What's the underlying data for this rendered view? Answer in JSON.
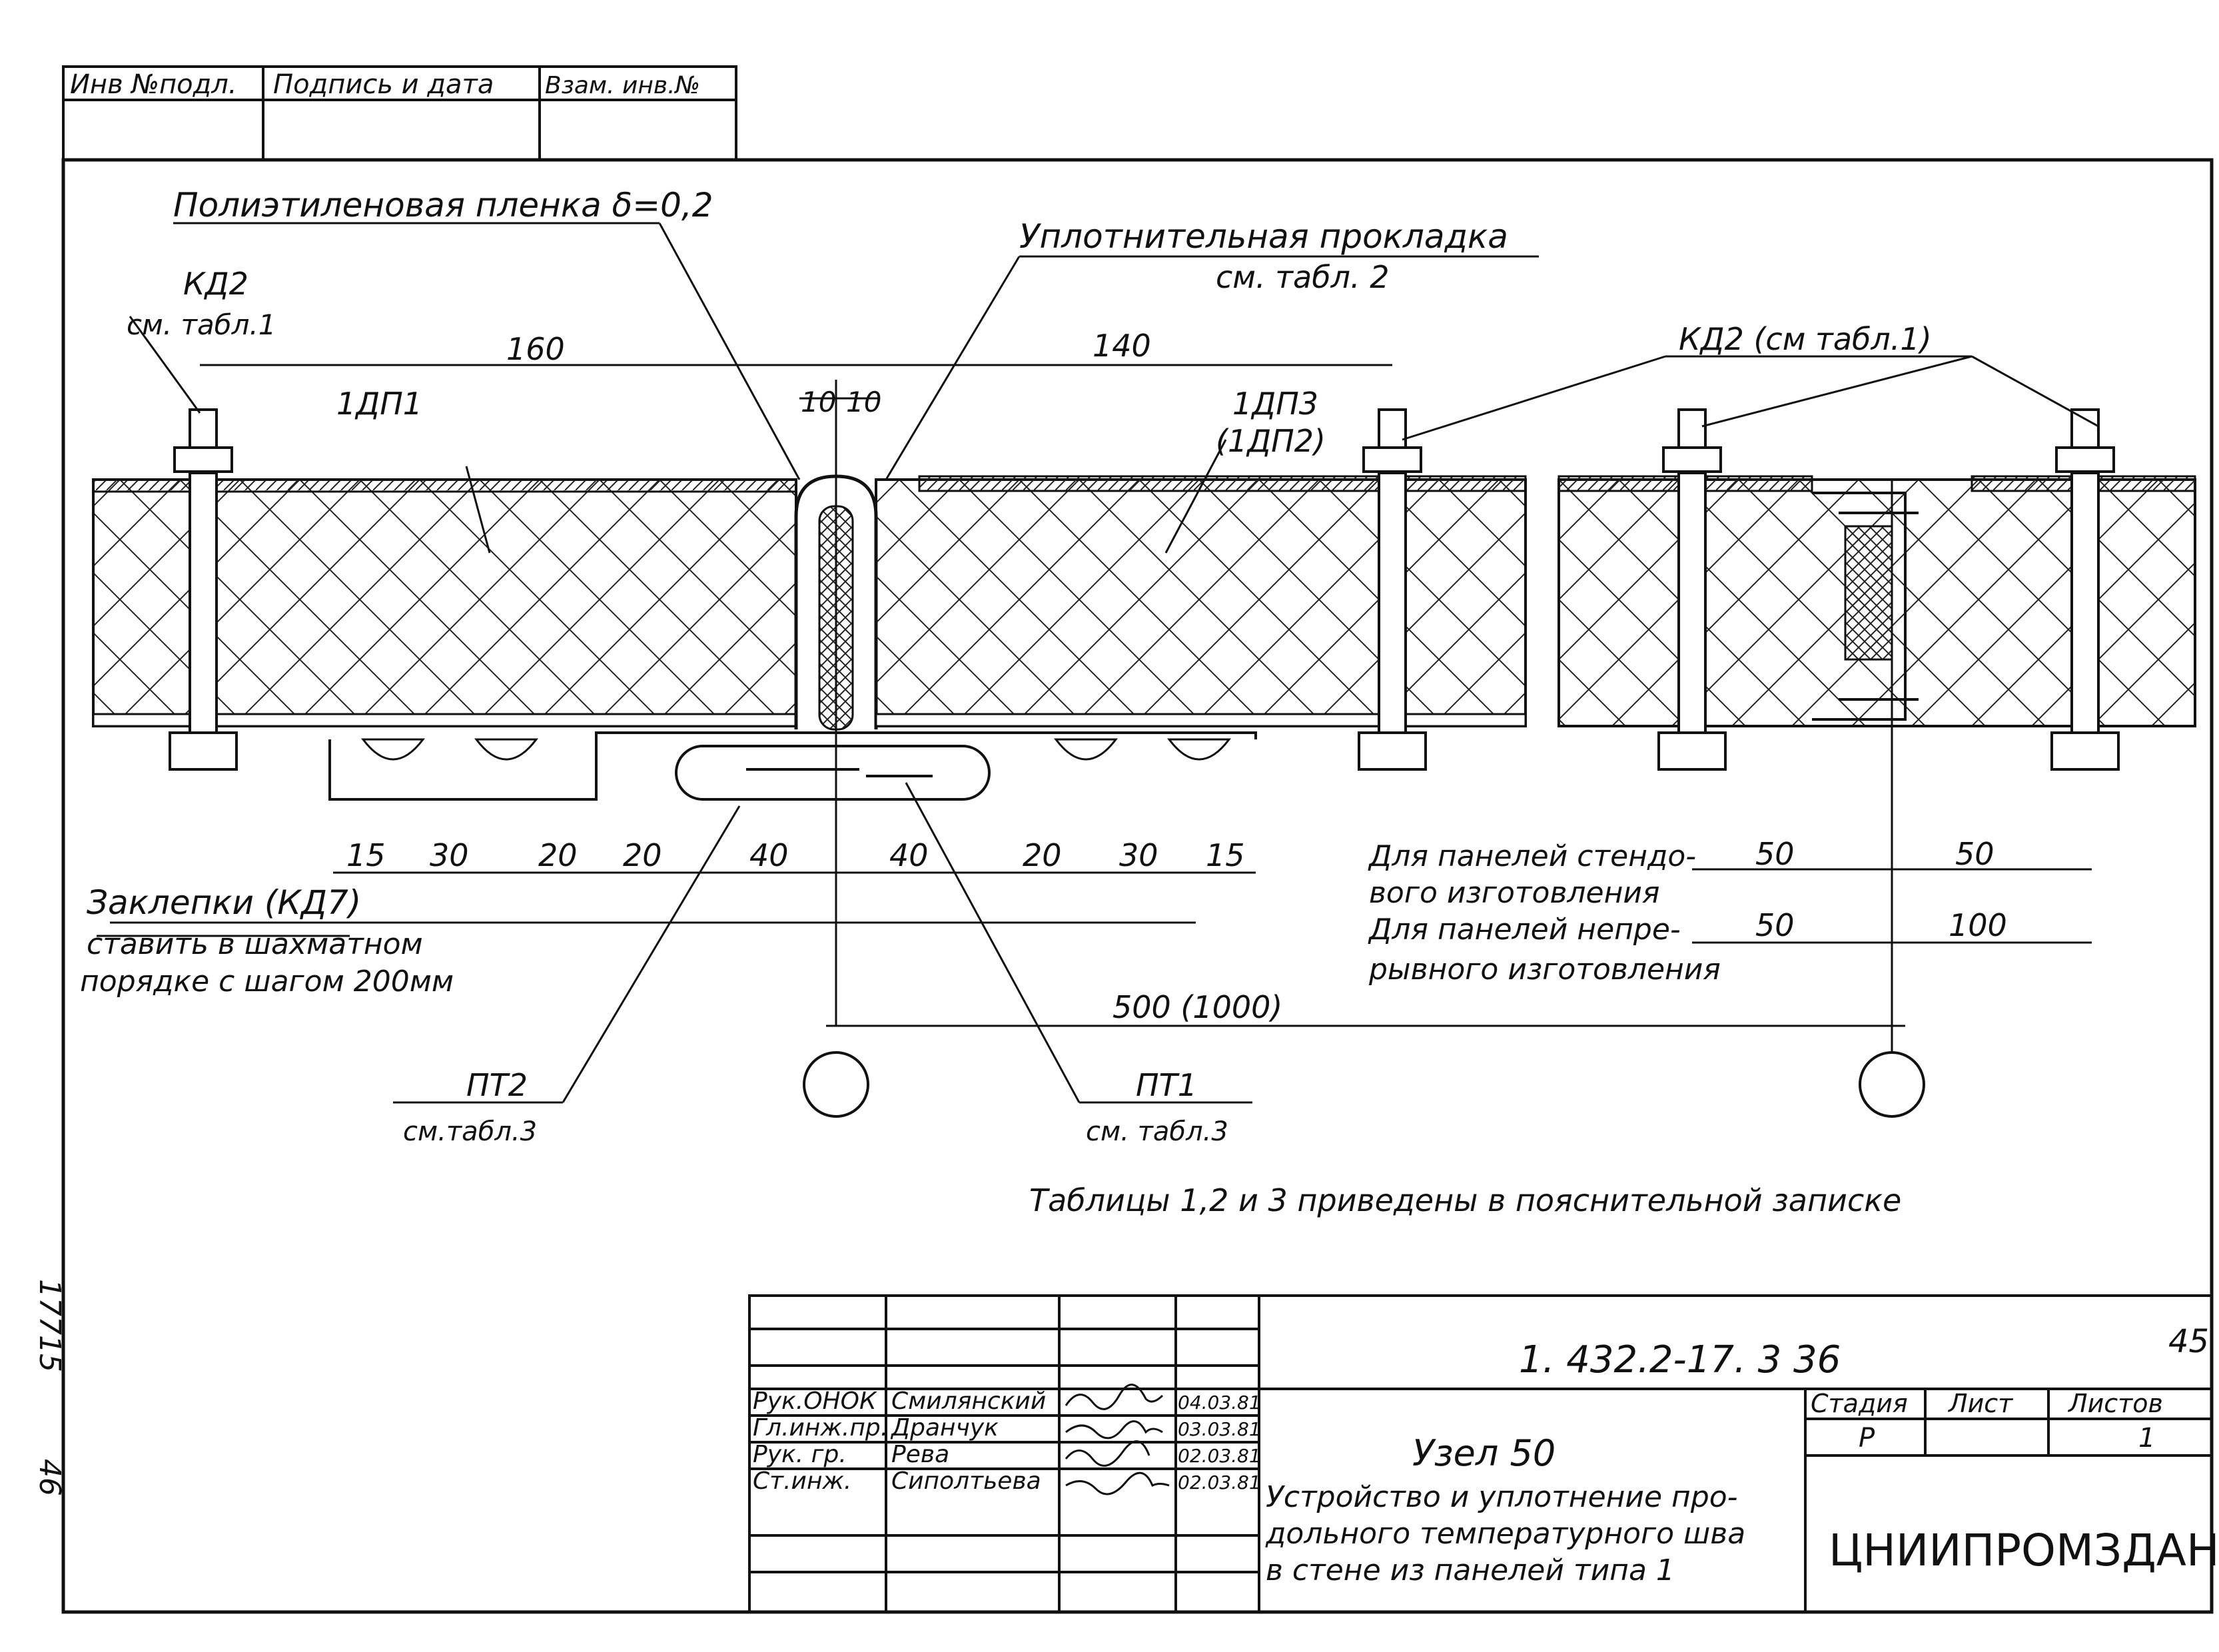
{
  "corner_stamp": {
    "headers": [
      "Инв №подл.",
      "Подпись и дата",
      "Взам. инв.№"
    ]
  },
  "callouts": {
    "film": "Полиэтиленовая пленка δ=0,2",
    "gasket": "Уплотнительная прокладка",
    "gasket_ref": "см. табл. 2",
    "kd2_left": "КД2",
    "kd2_left_ref": "см. табл.1",
    "kd2_right": "КД2 (см табл.1)",
    "panel_left": "1ДП1",
    "panel_right": "1ДП3",
    "panel_right_alt": "(1ДП2)",
    "rivets_1": "Заклепки (КД7)",
    "rivets_2": "ставить в шахматном",
    "rivets_3": "порядке с шагом 200мм",
    "pt2": "ПТ2",
    "pt2_ref": "см.табл.3",
    "pt1": "ПТ1",
    "pt1_ref": "см. табл.3",
    "stand_1": "Для панелей стендо-",
    "stand_2": "вого изготовления",
    "cont_1": "Для панелей непре-",
    "cont_2": "рывного изготовления",
    "tables_note": "Таблицы 1,2 и 3 приведены в пояснительной записке"
  },
  "dimensions": {
    "d160": "160",
    "d140": "140",
    "d10a": "10",
    "d10b": "10",
    "row": [
      "15",
      "30",
      "20",
      "20",
      "40",
      "40",
      "20",
      "30",
      "15"
    ],
    "stand_a": "50",
    "stand_b": "50",
    "cont_a": "50",
    "cont_b": "100",
    "span": "500 (1000)"
  },
  "title_block": {
    "code": "1. 432.2-17. 3  36",
    "sheet_corner": "45",
    "roles": [
      "Рук.ОНОК",
      "Гл.инж.пр.",
      "Рук. гр.",
      "Ст.инж."
    ],
    "names": [
      "Смилянский",
      "Дранчук",
      "Рева",
      "Сиполтьева"
    ],
    "dates": [
      "04.03.81",
      "03.03.81",
      "02.03.81",
      "02.03.81"
    ],
    "node_title": "Узел 50",
    "desc_1": "Устройство и уплотнение про-",
    "desc_2": "дольного температурного шва",
    "desc_3": "в стене из панелей типа 1",
    "stage_label": "Стадия",
    "sheet_label": "Лист",
    "sheets_label": "Листов",
    "stage": "Р",
    "sheets": "1",
    "org": "ЦНИИПРОМЗДАНИЙ"
  },
  "margin_notes": {
    "inv": "17715",
    "num": "46"
  }
}
